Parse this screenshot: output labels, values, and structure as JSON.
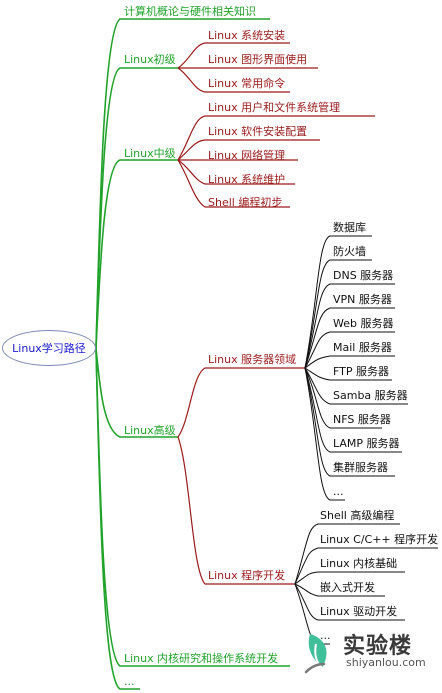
{
  "root": "Linux学习路径",
  "nodes": {
    "basics": "计算机概论与硬件相关知识",
    "beginner": {
      "label": "Linux初级",
      "items": [
        "Linux 系统安装",
        "Linux 图形界面使用",
        "Linux 常用命令"
      ]
    },
    "intermediate": {
      "label": "Linux中级",
      "items": [
        "Linux 用户和文件系统管理",
        "Linux 软件安装配置",
        "Linux 网络管理",
        "Linux 系统维护",
        "Shell 编程初步"
      ]
    },
    "advanced": {
      "label": "Linux高级",
      "server": {
        "label": "Linux 服务器领域",
        "items": [
          "数据库",
          "防火墙",
          "DNS 服务器",
          "VPN 服务器",
          "Web 服务器",
          "Mail 服务器",
          "FTP 服务器",
          "Samba 服务器",
          "NFS 服务器",
          "LAMP 服务器",
          "集群服务器",
          "..."
        ]
      },
      "dev": {
        "label": "Linux 程序开发",
        "items": [
          "Shell 高级编程",
          "Linux C/C++ 程序开发",
          "Linux 内核基础",
          "嵌入式开发",
          "Linux 驱动开发",
          "..."
        ]
      }
    },
    "kernel": "Linux 内核研究和操作系统开发",
    "more": "..."
  },
  "logo": {
    "name": "实验楼",
    "url": "shiyanlou.com"
  },
  "colors": {
    "level1": "#21a32b",
    "level2": "#9a1b1b",
    "level3": "#000000",
    "root_border": "#7d8bb5",
    "root_text": "#1a1ad0"
  }
}
